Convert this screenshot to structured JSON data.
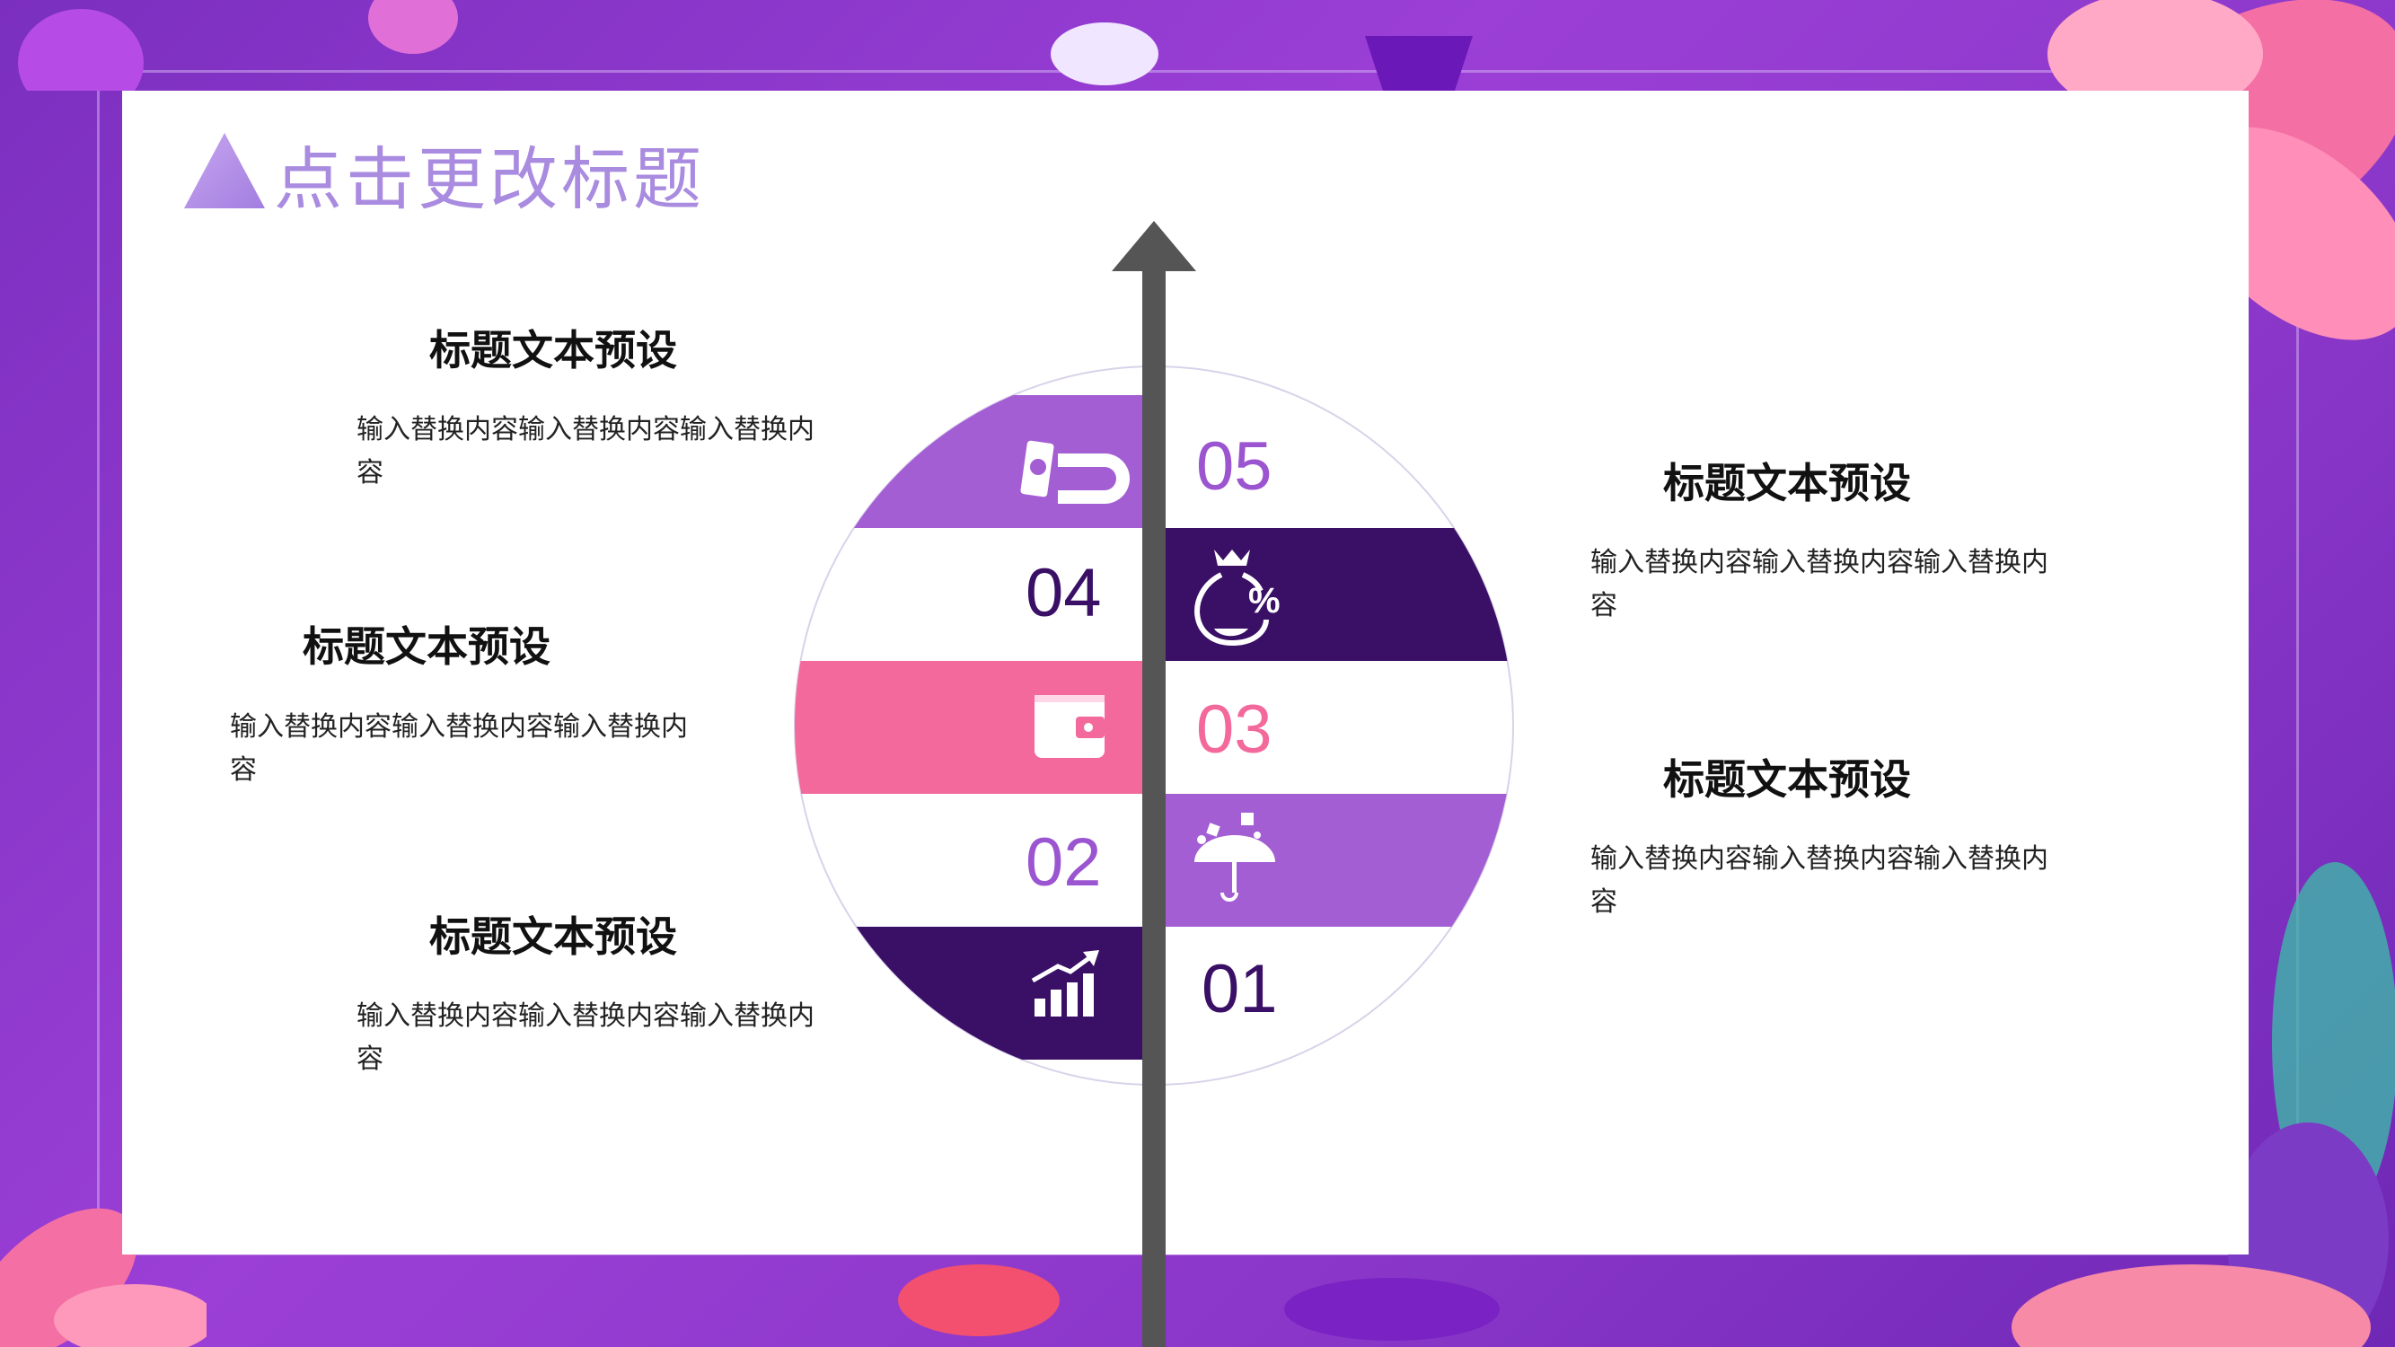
{
  "title": "点击更改标题",
  "colors": {
    "light_purple": "#a45ed4",
    "dark_purple": "#3a0f66",
    "pink": "#f4699c",
    "axis": "#555555"
  },
  "segments": [
    {
      "number": "05",
      "icon": "magnet-money-icon"
    },
    {
      "number": "04",
      "icon": "money-bag-percent-icon"
    },
    {
      "number": "03",
      "icon": "wallet-icon"
    },
    {
      "number": "02",
      "icon": "umbrella-icon"
    },
    {
      "number": "01",
      "icon": "growth-chart-icon"
    }
  ],
  "items": [
    {
      "heading": "标题文本预设",
      "body": "输入替换内容输入替换内容输入替换内容"
    },
    {
      "heading": "标题文本预设",
      "body": "输入替换内容输入替换内容输入替换内容"
    },
    {
      "heading": "标题文本预设",
      "body": "输入替换内容输入替换内容输入替换内容"
    },
    {
      "heading": "标题文本预设",
      "body": "输入替换内容输入替换内容输入替换内容"
    },
    {
      "heading": "标题文本预设",
      "body": "输入替换内容输入替换内容输入替换内容"
    }
  ]
}
